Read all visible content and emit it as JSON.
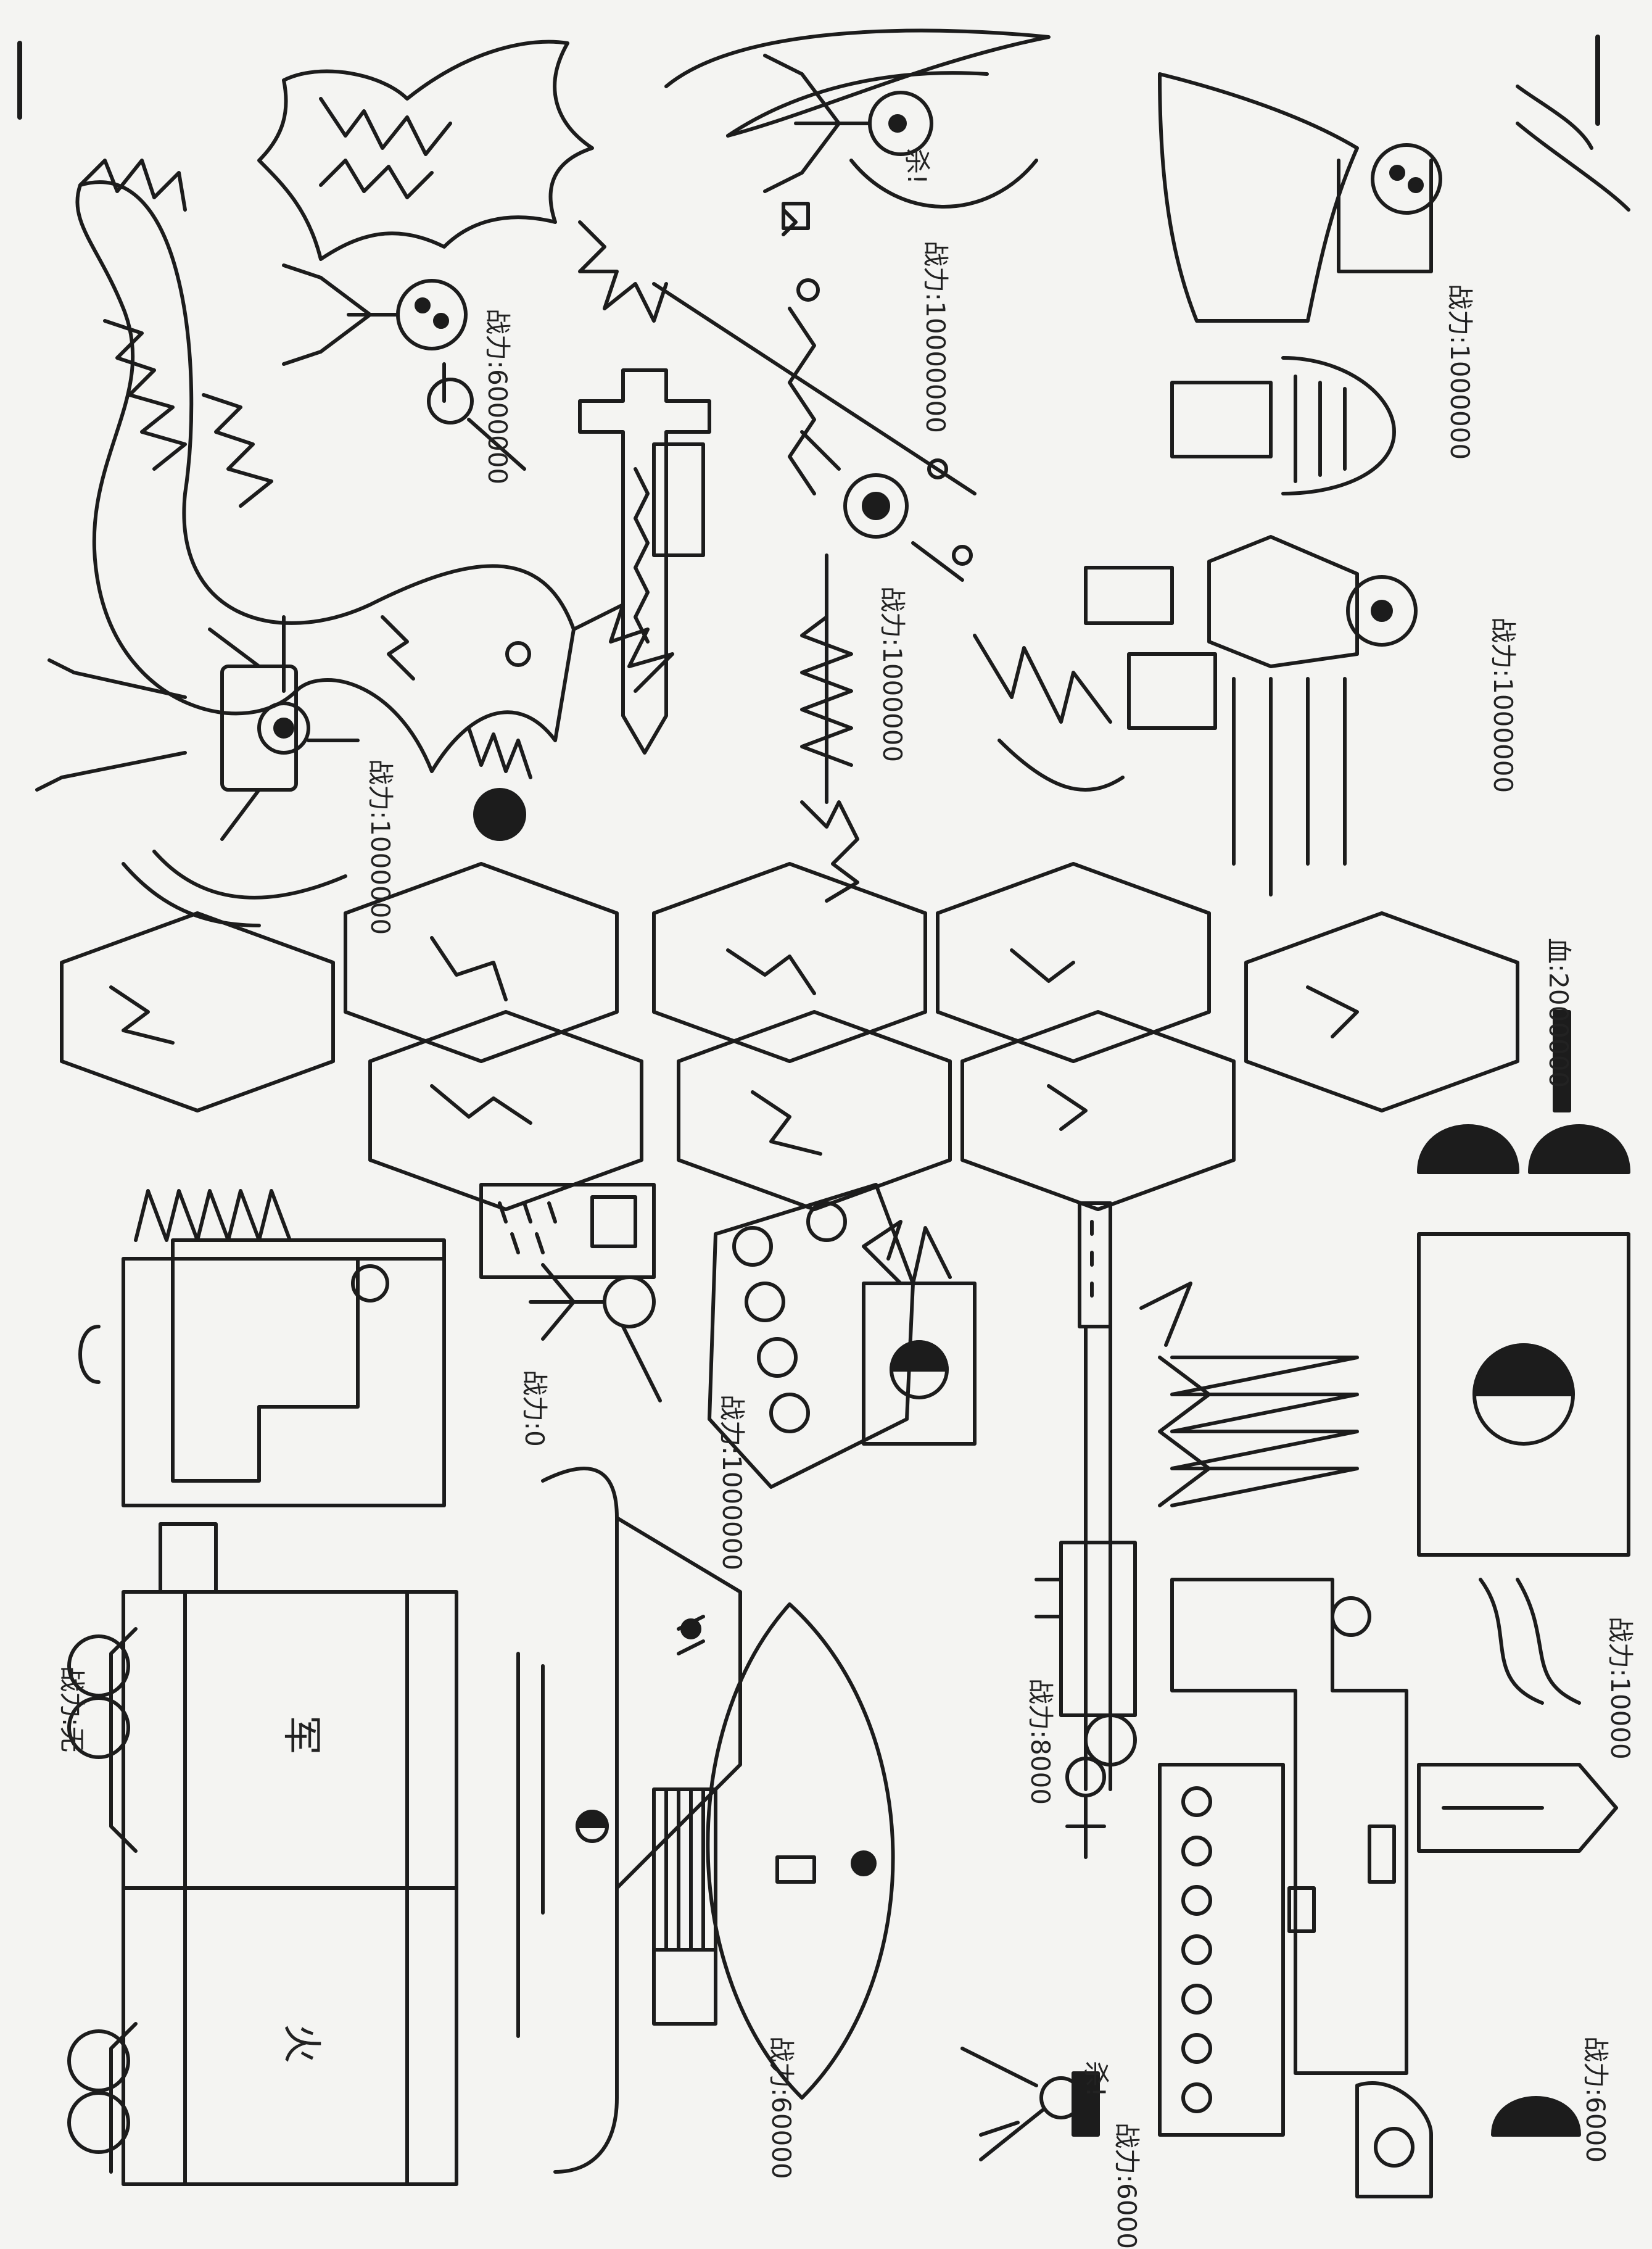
{
  "colors": {
    "paper": "#f4f4f2",
    "ink": "#1c1c1c",
    "fill_dark": "#2a2a2a"
  },
  "labels": {
    "power_dragon_rider": "战力:1000000",
    "power_skull_head": "战力:6000000",
    "power_reaper": "战力:10000000",
    "power_spear": "战力:1000000",
    "power_robot": "战力:1000000",
    "power_throne": "战力:1000000",
    "blood": "血:2000000",
    "power_truck": "战力:无",
    "truck_char_1": "军",
    "truck_char_2": "火",
    "power_window_man": "战力:0",
    "power_tank": "战力:1000000",
    "power_spaceship": "战力:60000",
    "power_sniper": "战力:8000",
    "power_missile": "战力:10000",
    "power_bottom": "战力:6000",
    "shout_1": "杀!",
    "shout_2": "杀!",
    "power_bottom_right": "战力:6000"
  }
}
